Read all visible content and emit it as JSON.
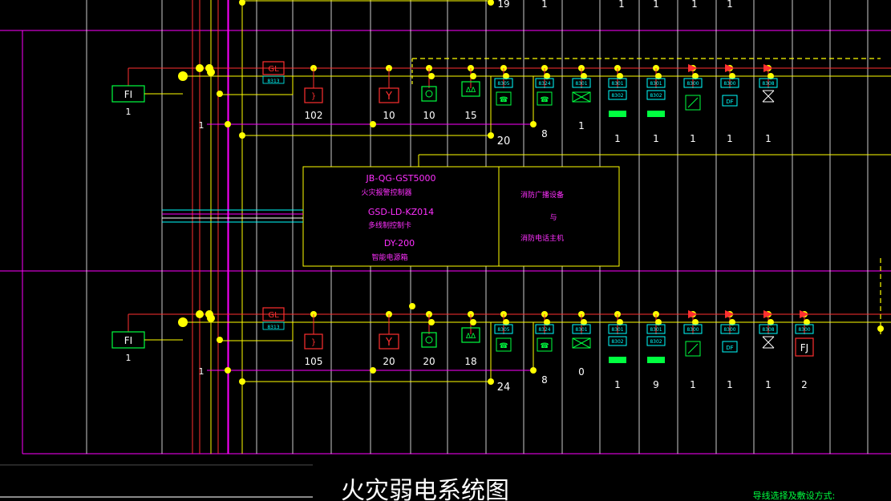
{
  "drawing": {
    "title": "火灾弱电系统图",
    "note": "导线选择及敷设方式:",
    "colors": {
      "background": "#000000",
      "frame": "#ff00ff",
      "grid": "#ffffff",
      "bus": "#ffff00",
      "feed": "#ff3030",
      "device_label": "#00ffff",
      "device_outline": "#00ff40",
      "text_magenta": "#ff30ff"
    }
  },
  "controller": {
    "line1_model": "JB-QG-GST5000",
    "line1_name": "火灾报警控制器",
    "line2_model": "GSD-LD-KZ014",
    "line2_name": "多线制控制卡",
    "line3_model": "DY-200",
    "line3_name": "智能电源箱",
    "right_line1": "消防广播设备",
    "right_line2": "与",
    "right_line3": "消防电话主机"
  },
  "top_floor": {
    "fi_label": "FI",
    "fi_count": "1",
    "gl_label": "GL",
    "gl_tag": "8313",
    "loop_marker": "1",
    "trunk_count": "19",
    "bus_count": "20",
    "devices": [
      {
        "id": "smoke-heat",
        "count": "102"
      },
      {
        "id": "y-device",
        "count": "10"
      },
      {
        "id": "module-circle",
        "count": "10"
      },
      {
        "id": "speaker",
        "count": "15"
      },
      {
        "id": "phone-8305",
        "tag": "8305",
        "count": ""
      },
      {
        "id": "phone-8324",
        "tag": "8324",
        "count": "8"
      },
      {
        "id": "valve-8301",
        "tag": "8301",
        "count": "1"
      },
      {
        "id": "damper-a",
        "tag": "8301",
        "tag2": "8302",
        "count": "1"
      },
      {
        "id": "damper-b",
        "tag": "8301",
        "tag2": "8302",
        "count": "1"
      },
      {
        "id": "fan-8300a",
        "tag": "8300",
        "count": "1"
      },
      {
        "id": "df-8300",
        "tag": "8300",
        "sym": "DF",
        "count": "1"
      },
      {
        "id": "valve-8308",
        "tag": "8308",
        "count": "1"
      }
    ],
    "top_counts": [
      "19",
      "1",
      "1",
      "1",
      "1",
      "1"
    ]
  },
  "bottom_floor": {
    "fi_label": "FI",
    "fi_count": "1",
    "gl_label": "GL",
    "gl_tag": "8313",
    "loop_marker": "1",
    "bus_count": "24",
    "devices": [
      {
        "id": "smoke-heat",
        "count": "105"
      },
      {
        "id": "y-device",
        "count": "20"
      },
      {
        "id": "module-circle",
        "count": "20"
      },
      {
        "id": "speaker",
        "count": "18"
      },
      {
        "id": "phone-8305",
        "tag": "8305",
        "count": ""
      },
      {
        "id": "phone-8324",
        "tag": "8324",
        "count": "8"
      },
      {
        "id": "valve-8301",
        "tag": "8301",
        "count": "0"
      },
      {
        "id": "damper-a",
        "tag": "8301",
        "tag2": "8302",
        "count": "1"
      },
      {
        "id": "damper-b",
        "tag": "8301",
        "tag2": "8302",
        "count": "9"
      },
      {
        "id": "fan-8300a",
        "tag": "8300",
        "count": "1"
      },
      {
        "id": "df-8300",
        "tag": "8300",
        "sym": "DF",
        "count": "1"
      },
      {
        "id": "valve-8308",
        "tag": "8308",
        "count": "1"
      },
      {
        "id": "fj-8300",
        "tag": "8300",
        "sym": "FJ",
        "count": "2"
      }
    ]
  }
}
